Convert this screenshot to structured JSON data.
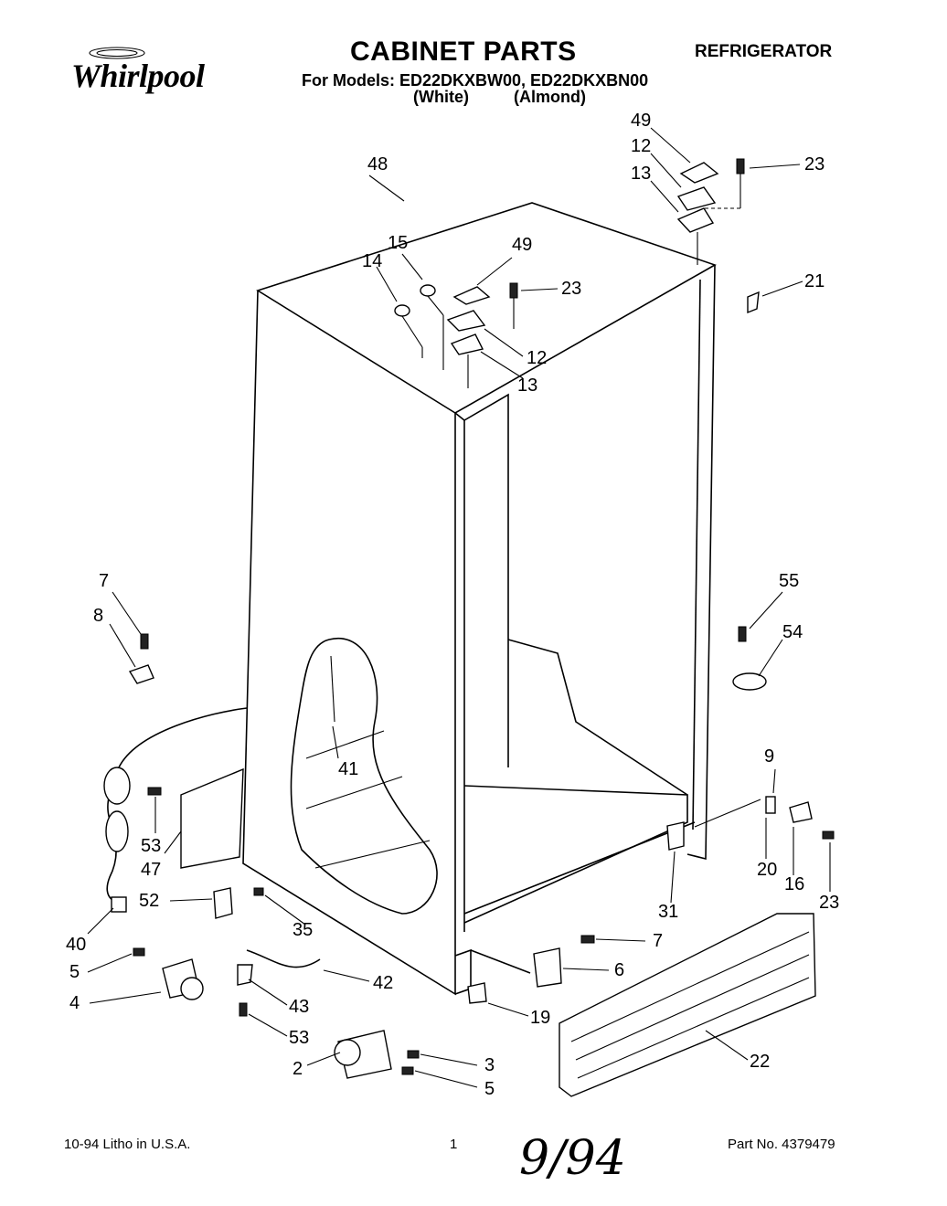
{
  "header": {
    "brand": "Whirlpool",
    "title": "CABINET PARTS",
    "models_line": "For Models: ED22DKXBW00, ED22DKXBN00",
    "color_white": "(White)",
    "color_almond": "(Almond)",
    "appliance": "REFRIGERATOR"
  },
  "footer": {
    "litho": "10-94  Litho in U.S.A.",
    "page": "1",
    "part_no": "Part No. 4379479",
    "handwritten": "9/94"
  },
  "callouts": [
    "48",
    "49",
    "12",
    "13",
    "23",
    "15",
    "14",
    "49",
    "23",
    "12",
    "13",
    "21",
    "7",
    "8",
    "55",
    "54",
    "41",
    "9",
    "53",
    "47",
    "20",
    "16",
    "23",
    "31",
    "52",
    "40",
    "35",
    "7",
    "5",
    "6",
    "42",
    "4",
    "43",
    "19",
    "22",
    "53",
    "3",
    "2",
    "5"
  ]
}
